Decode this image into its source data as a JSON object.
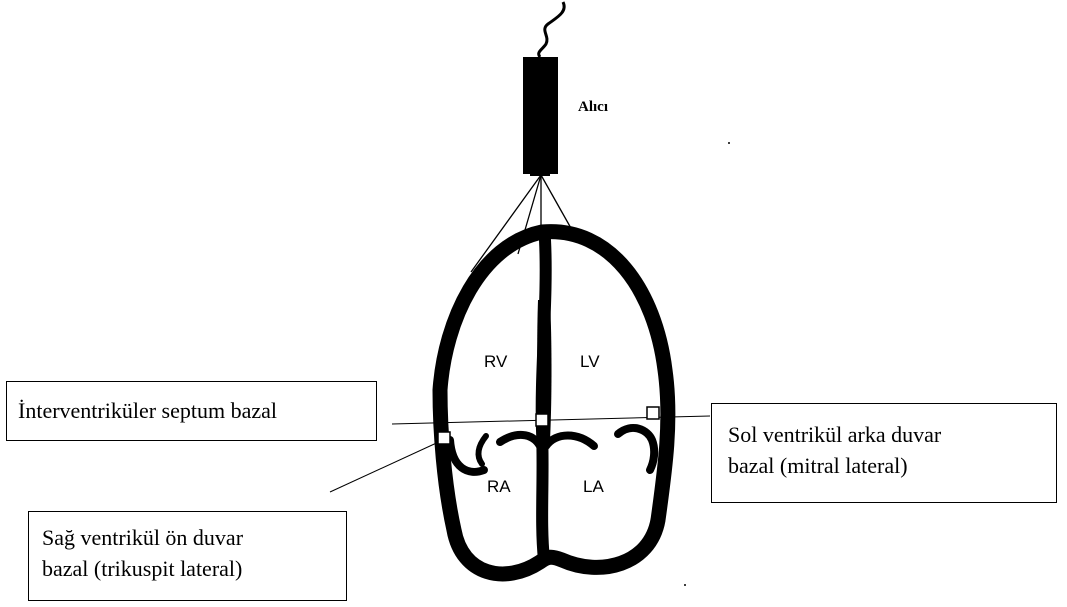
{
  "probe": {
    "label": "Alıcı"
  },
  "chambers": {
    "rv": "RV",
    "lv": "LV",
    "ra": "RA",
    "la": "LA"
  },
  "callouts": {
    "septum": {
      "line1": "İnterventriküler septum bazal"
    },
    "left_wall": {
      "line1": "Sol ventrikül arka duvar",
      "line2": "bazal (mitral lateral)"
    },
    "right_wall": {
      "line1": "Sağ ventrikül ön duvar",
      "line2": "bazal (trikuspit lateral)"
    }
  },
  "colors": {
    "ink": "#000000",
    "background": "#ffffff"
  }
}
